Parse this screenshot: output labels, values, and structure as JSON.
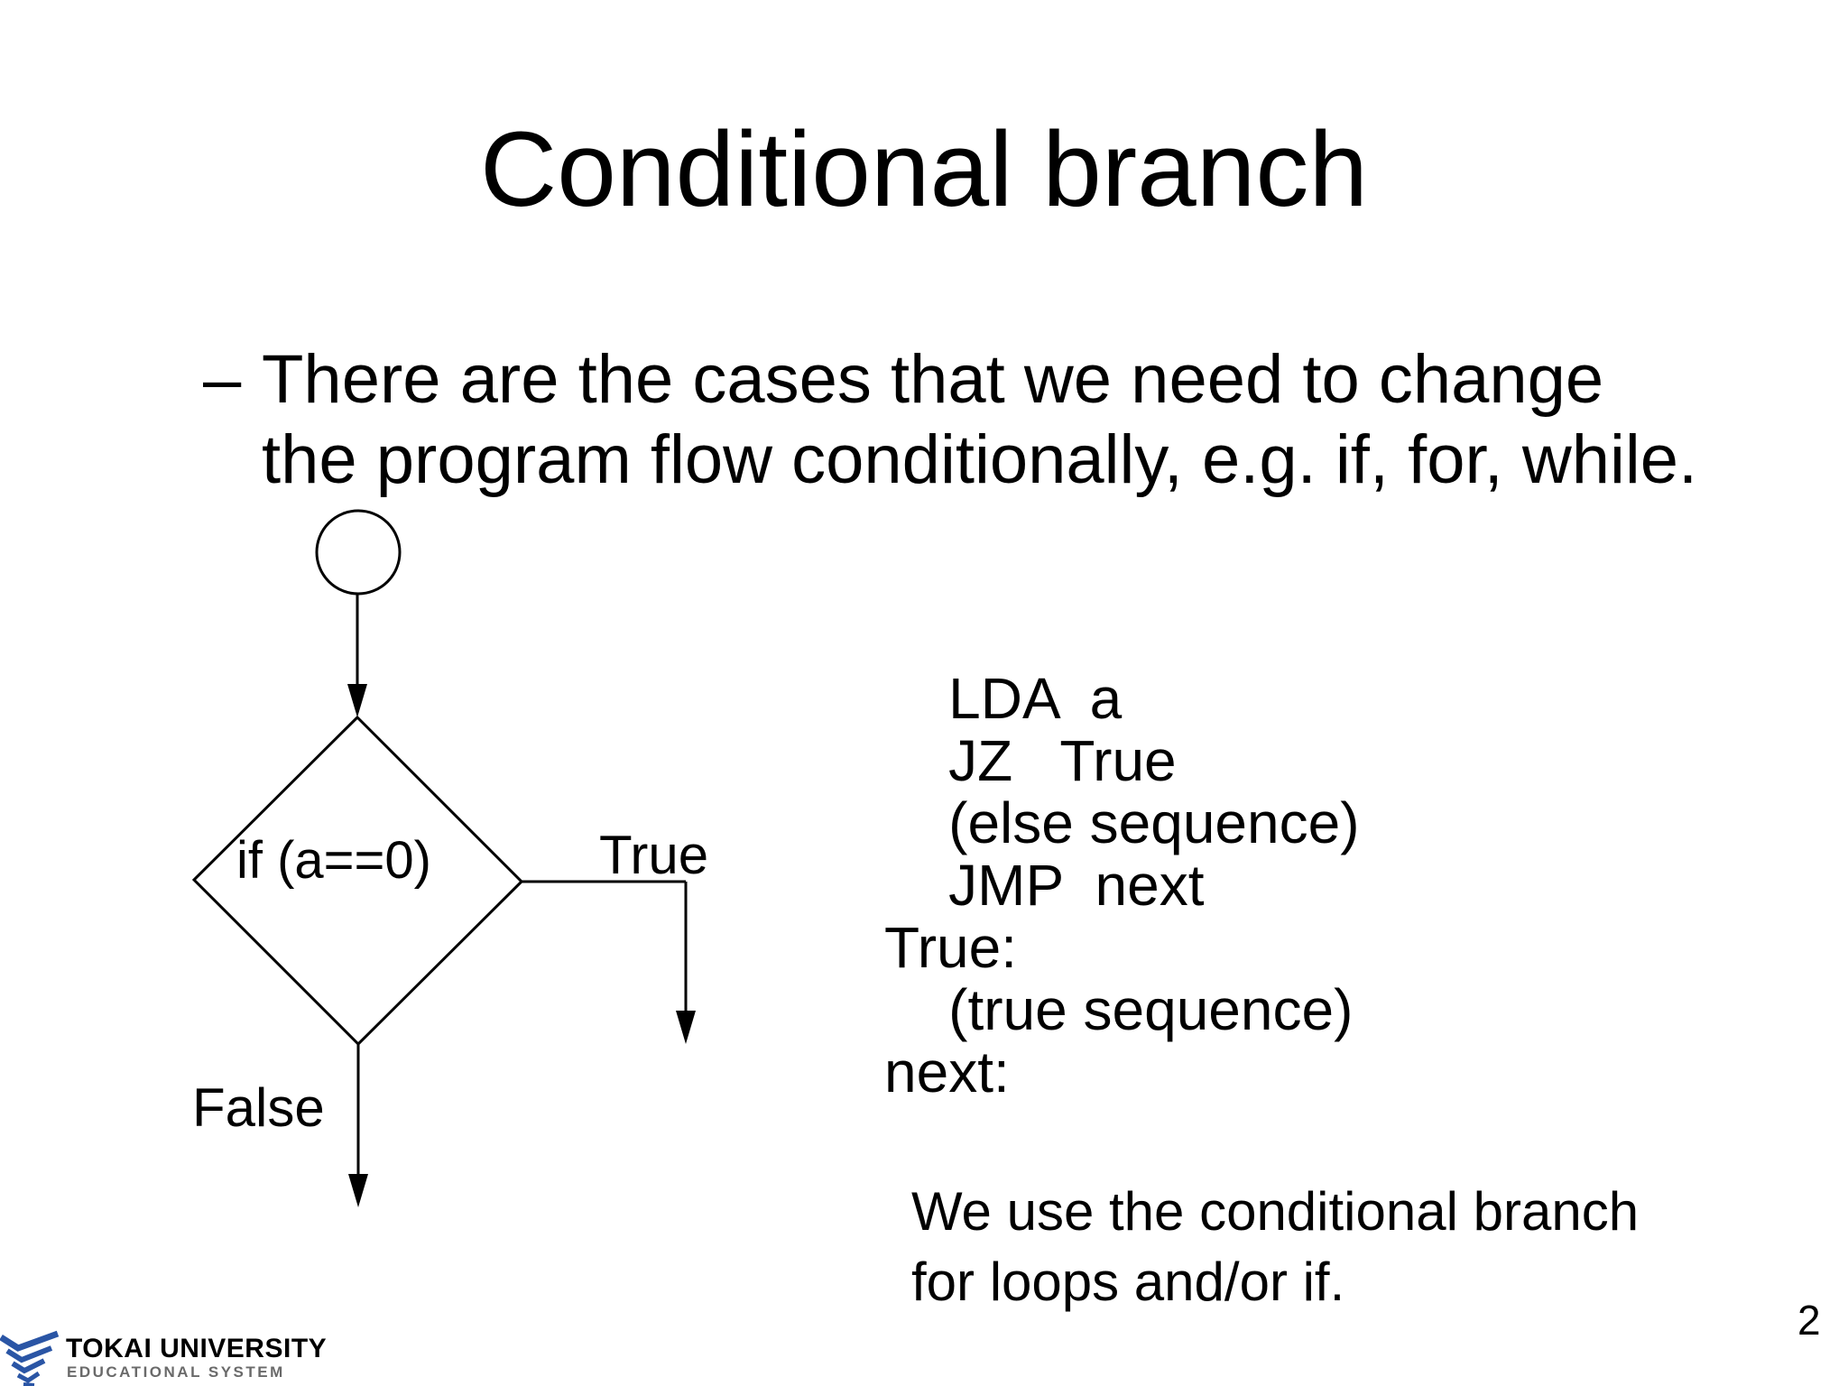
{
  "slide": {
    "title": "Conditional branch",
    "bullet": {
      "marker": "–",
      "lines": [
        "There are the cases that we need to change",
        "the program flow conditionally, e.g. if, for, while."
      ]
    },
    "flowchart": {
      "condition_label": "if (a==0)",
      "true_label": "True",
      "false_label": "False"
    },
    "code": {
      "lines": [
        "    LDA  a",
        "    JZ   True",
        "    (else sequence)",
        "    JMP  next",
        "True:",
        "    (true sequence)",
        "next:"
      ]
    },
    "note": {
      "lines": [
        "We use the conditional branch",
        "for loops and/or if."
      ]
    },
    "footer": {
      "brand": "TOKAI UNIVERSITY",
      "sub": "EDUCATIONAL SYSTEM"
    },
    "page_number": "2",
    "colors": {
      "text": "#000000",
      "logo_blue": "#2a55a5",
      "sub_gray": "#6a6a6a"
    }
  }
}
